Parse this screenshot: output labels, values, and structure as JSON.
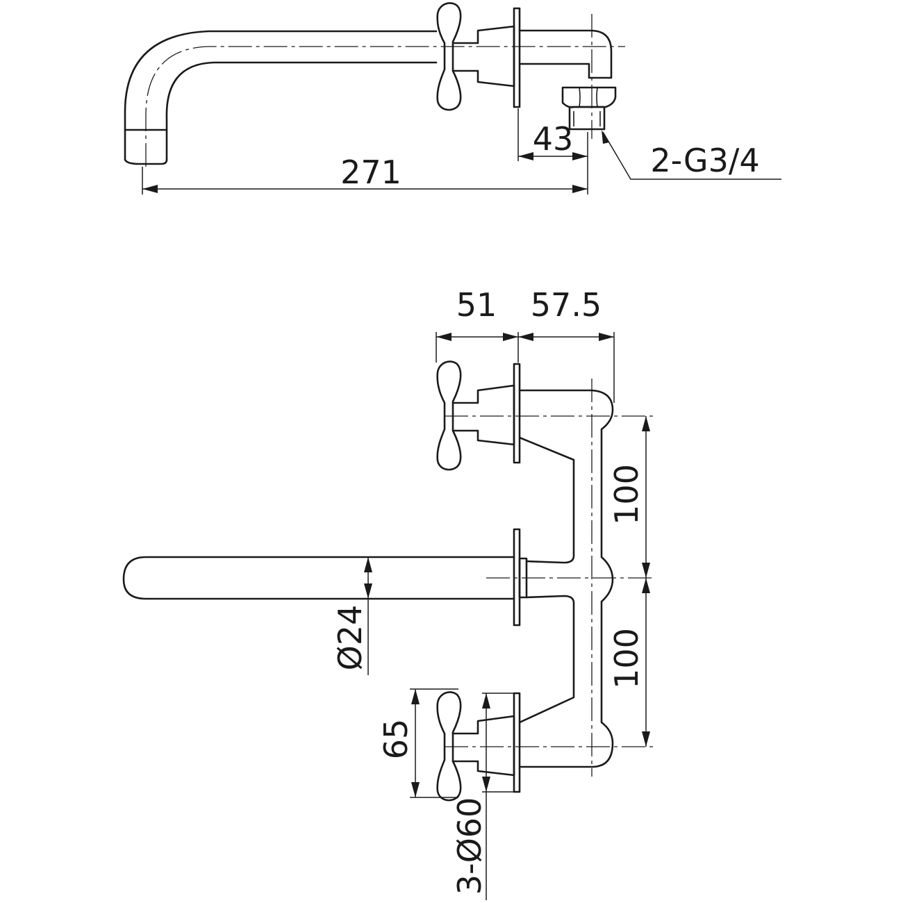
{
  "side_view": {
    "dim_spout_length": "271",
    "dim_inlet_offset": "43",
    "thread_callout": "2-G3/4"
  },
  "front_view": {
    "dim_handle_depth": "51",
    "dim_body_depth": "57.5",
    "dim_spacing_upper": "100",
    "dim_spacing_lower": "100",
    "dim_spout_diameter": "Ø24",
    "dim_plate_height": "65",
    "dim_plate_diameter": "3-Ø60"
  }
}
